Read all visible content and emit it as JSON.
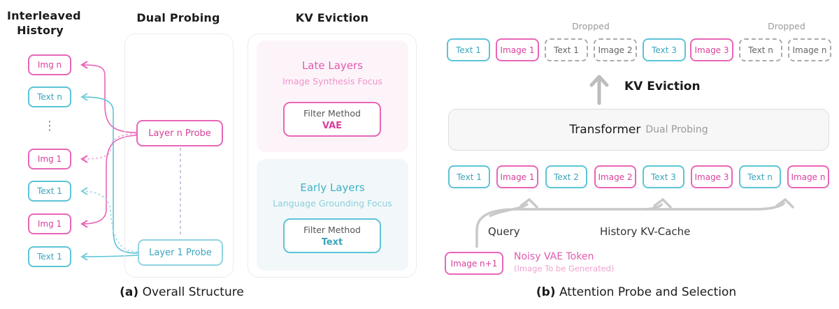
{
  "left": {
    "history_title_line1": "Interleaved",
    "history_title_line2": "History",
    "probing_title": "Dual Probing",
    "eviction_title": "KV Eviction",
    "history": [
      "Img n",
      "Text n",
      "Img 1",
      "Text 1",
      "Img 1",
      "Text 1"
    ],
    "ellipsis": "⋮",
    "probes": {
      "layer_n": "Layer n Probe",
      "layer_1": "Layer 1 Probe"
    },
    "late": {
      "title": "Late Layers",
      "subtitle": "Image Synthesis Focus",
      "filter_label": "Filter Method",
      "filter_value": "VAE"
    },
    "early": {
      "title": "Early Layers",
      "subtitle": "Language Grounding Focus",
      "filter_label": "Filter Method",
      "filter_value": "Text"
    },
    "caption_bold": "(a)",
    "caption_rest": " Overall Structure"
  },
  "right": {
    "dropped_1": "Dropped",
    "dropped_2": "Dropped",
    "top_tokens": [
      "Text 1",
      "Image 1",
      "Text 1",
      "Image 2",
      "Text 3",
      "Image 3",
      "Text n",
      "Image n"
    ],
    "kv_eviction": "KV Eviction",
    "transformer": "Transformer",
    "dual_probing": "Dual Probing",
    "bottom_tokens": [
      "Text 1",
      "Image 1",
      "Text 2",
      "Image 2",
      "Text 3",
      "Image 3",
      "Text n",
      "Image n"
    ],
    "query": "Query",
    "history_kv": "History KV-Cache",
    "noisy_token": "Image n+1",
    "noisy_title": "Noisy VAE Token",
    "noisy_sub": "(Image To be Generated)",
    "caption_bold": "(b)",
    "caption_rest": " Attention Probe and Selection"
  },
  "colors": {
    "pink": "#e866b8",
    "blue": "#5cc4d6",
    "gray": "#aaaaaa"
  }
}
